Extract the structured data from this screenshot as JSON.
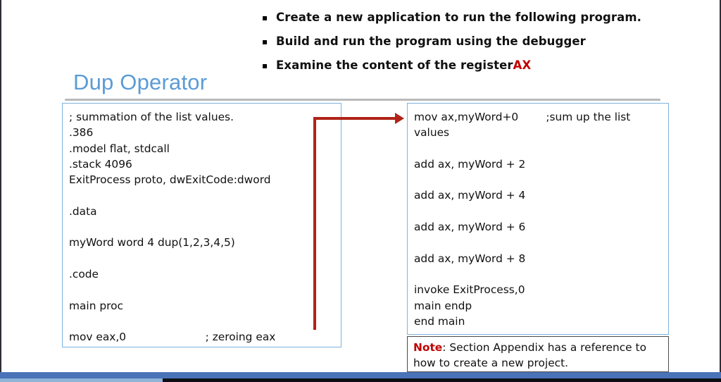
{
  "slide": {
    "title": "Dup Operator",
    "bullets": [
      {
        "text": "Create a new application to run the following program.",
        "accent": ""
      },
      {
        "text": "Build and run the program using the debugger",
        "accent": ""
      },
      {
        "text": "Examine the content of the register ",
        "accent": "AX"
      }
    ]
  },
  "code_left": {
    "lines": [
      "; summation of the list values.",
      ".386",
      ".model flat, stdcall",
      ".stack 4096",
      "ExitProcess proto, dwExitCode:dword",
      "",
      ".data",
      "",
      "myWord word 4 dup(1,2,3,4,5)",
      "",
      ".code",
      "",
      "main proc",
      "",
      "mov eax,0                       ; zeroing eax"
    ]
  },
  "code_right": {
    "lines": [
      "mov ax,myWord+0        ;sum up the list values",
      "",
      "add ax, myWord + 2",
      "",
      "add ax, myWord + 4",
      "",
      "add ax, myWord + 6",
      "",
      "add ax, myWord + 8",
      "",
      "invoke ExitProcess,0",
      "main endp",
      "end main"
    ]
  },
  "note": {
    "label": "Note",
    "text": ": Section Appendix has a reference to how to create a new project."
  },
  "colors": {
    "title_blue": "#5b9bd5",
    "box_border_blue": "#7eb3e0",
    "accent_red": "#c00000",
    "arrow_red": "#b02318",
    "bar_blue": "#4a72b8",
    "bar_light_blue": "#8fb3d9"
  }
}
